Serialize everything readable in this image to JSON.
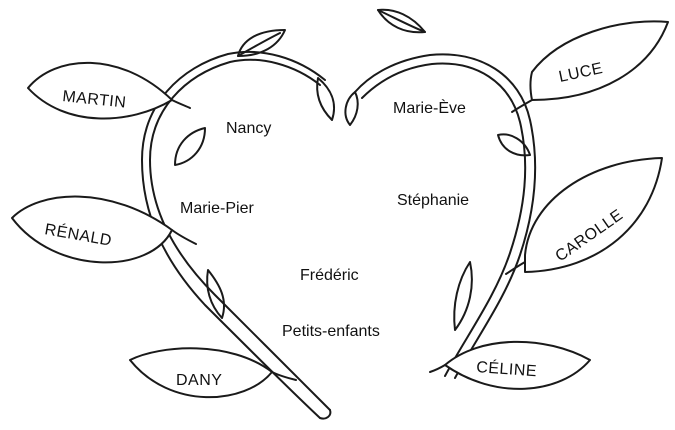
{
  "leaves": {
    "martin": "MARTIN",
    "renald": "RÉNALD",
    "dany": "DANY",
    "luce": "LUCE",
    "carolle": "CAROLLE",
    "celine": "CÉLINE"
  },
  "inner": {
    "nancy": "Nancy",
    "marie_pier": "Marie-Pier",
    "frederic": "Frédéric",
    "petits_enfants": "Petits-enfants",
    "marie_eve": "Marie-Ève",
    "stephanie": "Stéphanie"
  },
  "colors": {
    "ink": "#1a1a1a",
    "leaf_fill": "#ffffff",
    "background": "#ffffff"
  }
}
